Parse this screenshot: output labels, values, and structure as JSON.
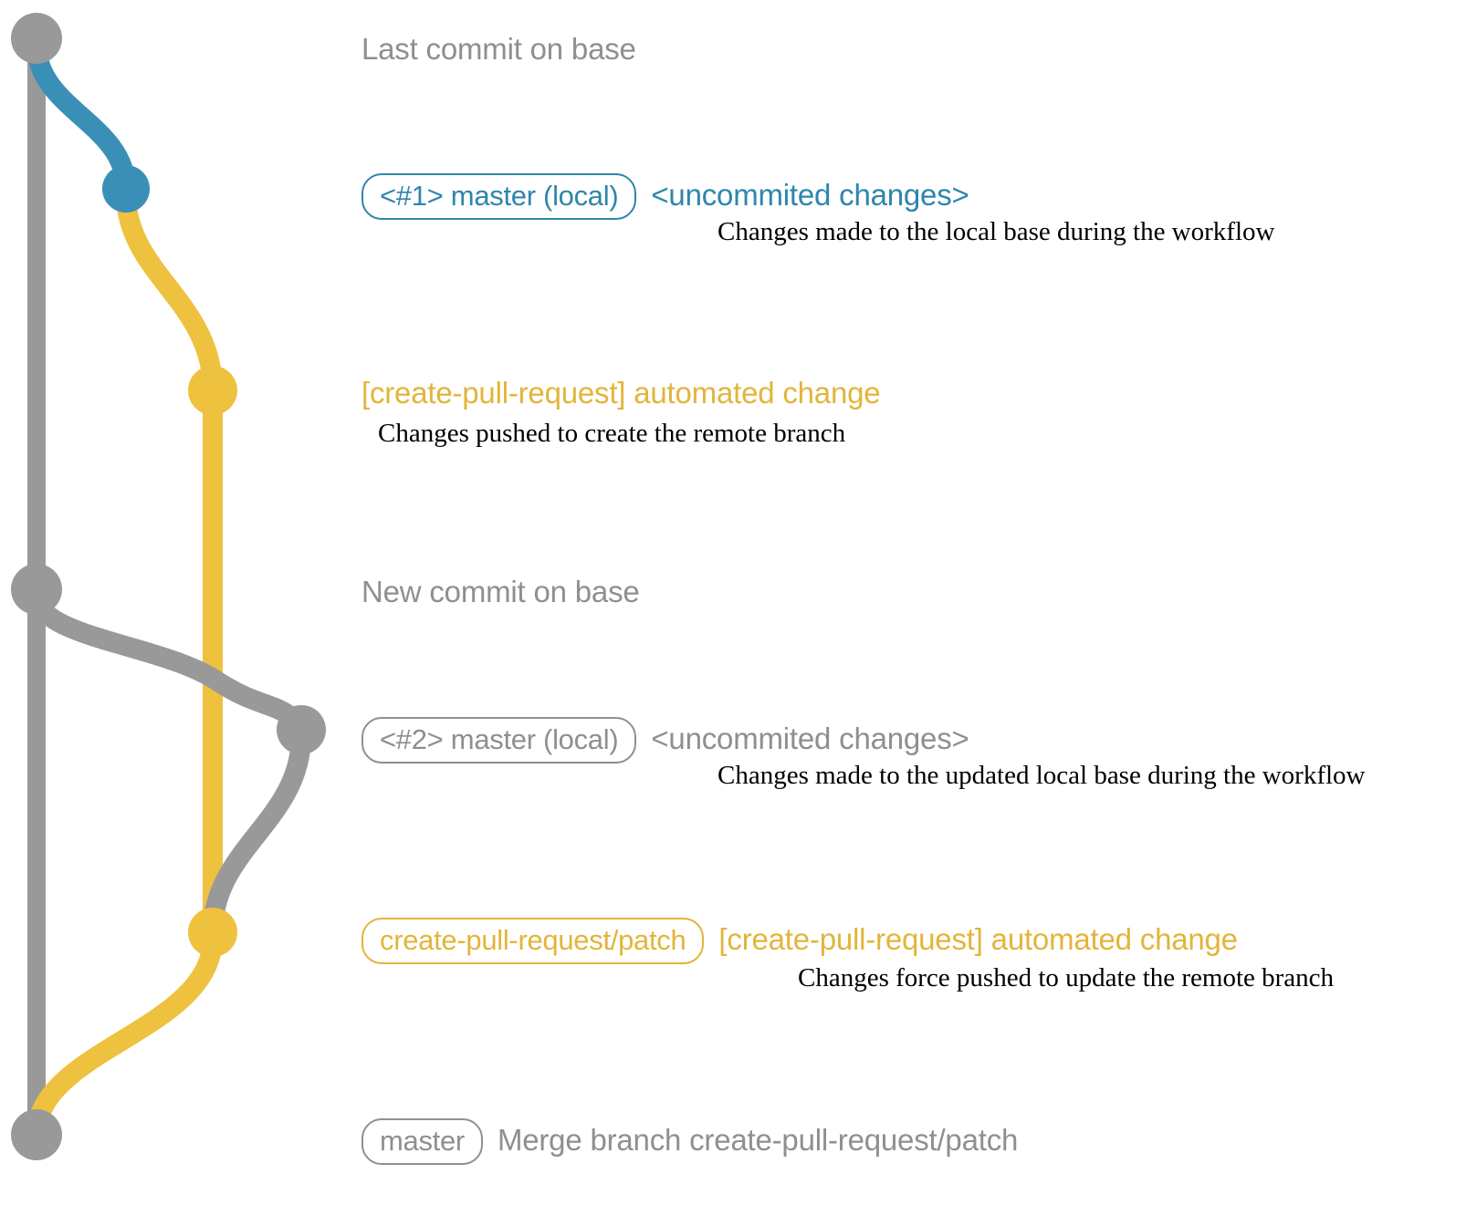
{
  "diagram": {
    "title": "create-pull-request workflow git graph",
    "colors": {
      "base_gray": "#999999",
      "local_blue": "#3a8fb7",
      "patch_yellow": "#eec13f",
      "text_gray": "#8f8f8f",
      "text_blue": "#2e86ab",
      "text_yellow": "#e2b53a",
      "caption_black": "#000000",
      "background": "#ffffff"
    }
  },
  "commits": [
    {
      "id": "last-commit-on-base",
      "node_color": "#999999",
      "ref": null,
      "subject": "Last commit on base",
      "subject_color": "#8f8f8f",
      "caption": null
    },
    {
      "id": "local-1",
      "node_color": "#3a8fb7",
      "ref": "<#1> master (local)",
      "ref_color": "#2e86ab",
      "subject": "<uncommited changes>",
      "subject_color": "#2e86ab",
      "caption": "Changes made to the local base during the workflow"
    },
    {
      "id": "automated-change-1",
      "node_color": "#eec13f",
      "ref": null,
      "subject": "[create-pull-request] automated change",
      "subject_color": "#e2b53a",
      "caption": "Changes pushed to create the remote branch"
    },
    {
      "id": "new-commit-on-base",
      "node_color": "#999999",
      "ref": null,
      "subject": "New commit on base",
      "subject_color": "#8f8f8f",
      "caption": null
    },
    {
      "id": "local-2",
      "node_color": "#999999",
      "ref": "<#2> master (local)",
      "ref_color": "#8f8f8f",
      "subject": "<uncommited changes>",
      "subject_color": "#8f8f8f",
      "caption": "Changes made to the updated local base during the workflow"
    },
    {
      "id": "automated-change-2",
      "node_color": "#eec13f",
      "ref": "create-pull-request/patch",
      "ref_color": "#e2b53a",
      "subject": "[create-pull-request] automated change",
      "subject_color": "#e2b53a",
      "caption": "Changes force pushed to update the remote branch"
    },
    {
      "id": "merge-commit",
      "node_color": "#999999",
      "ref": "master",
      "ref_color": "#8f8f8f",
      "subject": "Merge branch create-pull-request/patch",
      "subject_color": "#8f8f8f",
      "caption": null
    }
  ]
}
